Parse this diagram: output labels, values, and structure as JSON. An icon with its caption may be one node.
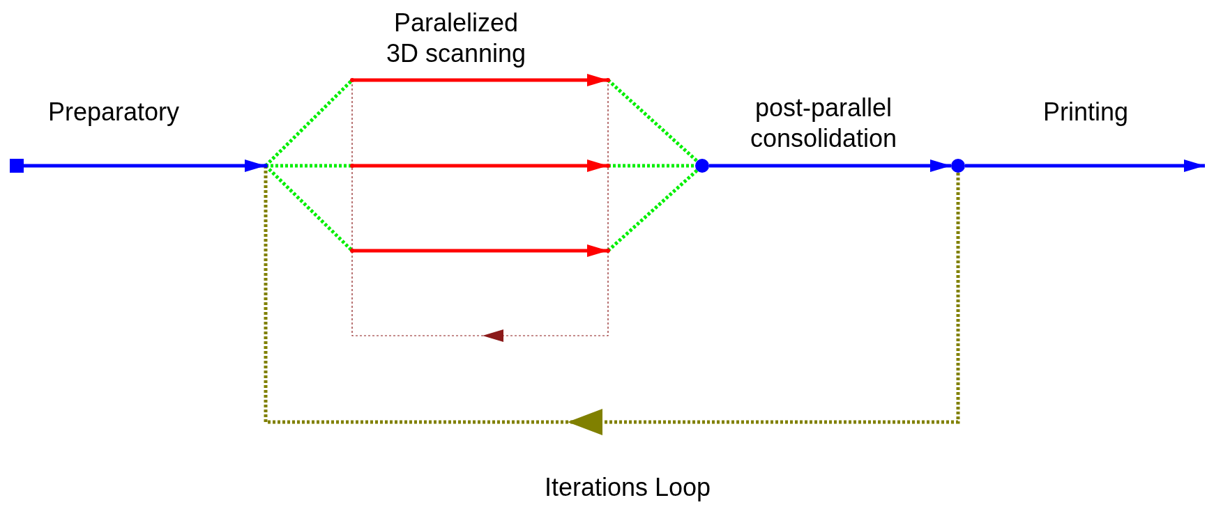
{
  "diagram": {
    "nodes": [
      {
        "text": [],
        "shape": "box"
      },
      {
        "text": [],
        "shape": "dot"
      },
      {
        "text": [],
        "shape": "dot"
      },
      {
        "text": [],
        "shape": "dot"
      },
      {
        "text": [],
        "shape": "dot"
      },
      {
        "text": [],
        "shape": "dot"
      },
      {
        "text": [],
        "shape": "dot"
      },
      {
        "text": [],
        "shape": "dot"
      },
      {
        "text": [],
        "shape": "circle"
      },
      {
        "text": [],
        "shape": "circle"
      }
    ],
    "edges": [
      {
        "from": 0,
        "to": 1,
        "arrow": "to",
        "label": "Preparatory",
        "color": "#0000ff"
      },
      {
        "from": 1,
        "to": 2,
        "arrow": "none",
        "style": "dashed"
      },
      {
        "from": 1,
        "to": 3,
        "arrow": "none",
        "style": "dashed"
      },
      {
        "from": 1,
        "to": 4,
        "arrow": "none",
        "style": "dashed"
      },
      {
        "from": 2,
        "to": 5,
        "arrow": "to",
        "color": "#ff0000"
      },
      {
        "from": 3,
        "to": 6,
        "arrow": "to",
        "color": "#ff0000"
      },
      {
        "from": 4,
        "to": 7,
        "arrow": "to",
        "color": "#ff0000"
      },
      {
        "from": 5,
        "to": 8,
        "arrow": "none",
        "style": "dashed"
      },
      {
        "from": 6,
        "to": 8,
        "arrow": "none",
        "style": "dashed"
      },
      {
        "from": 7,
        "to": 8,
        "arrow": "none",
        "style": "dashed"
      },
      {
        "from": 8,
        "to": 9,
        "arrow": "to",
        "label": "post-parallel consolidation",
        "color": "#0000ff"
      },
      {
        "from": 9,
        "to": null,
        "arrow": "to",
        "label": "Printing",
        "color": "#0000ff"
      },
      {
        "from": 5,
        "to": 2,
        "arrow": "to",
        "style": "dashed",
        "color": "#8b1a1a"
      },
      {
        "from": 9,
        "to": 1,
        "arrow": "to",
        "style": "dashed",
        "color": "#808000",
        "label": "Iterations Loop"
      }
    ],
    "labels": [
      "Paralelized 3D scanning"
    ]
  }
}
